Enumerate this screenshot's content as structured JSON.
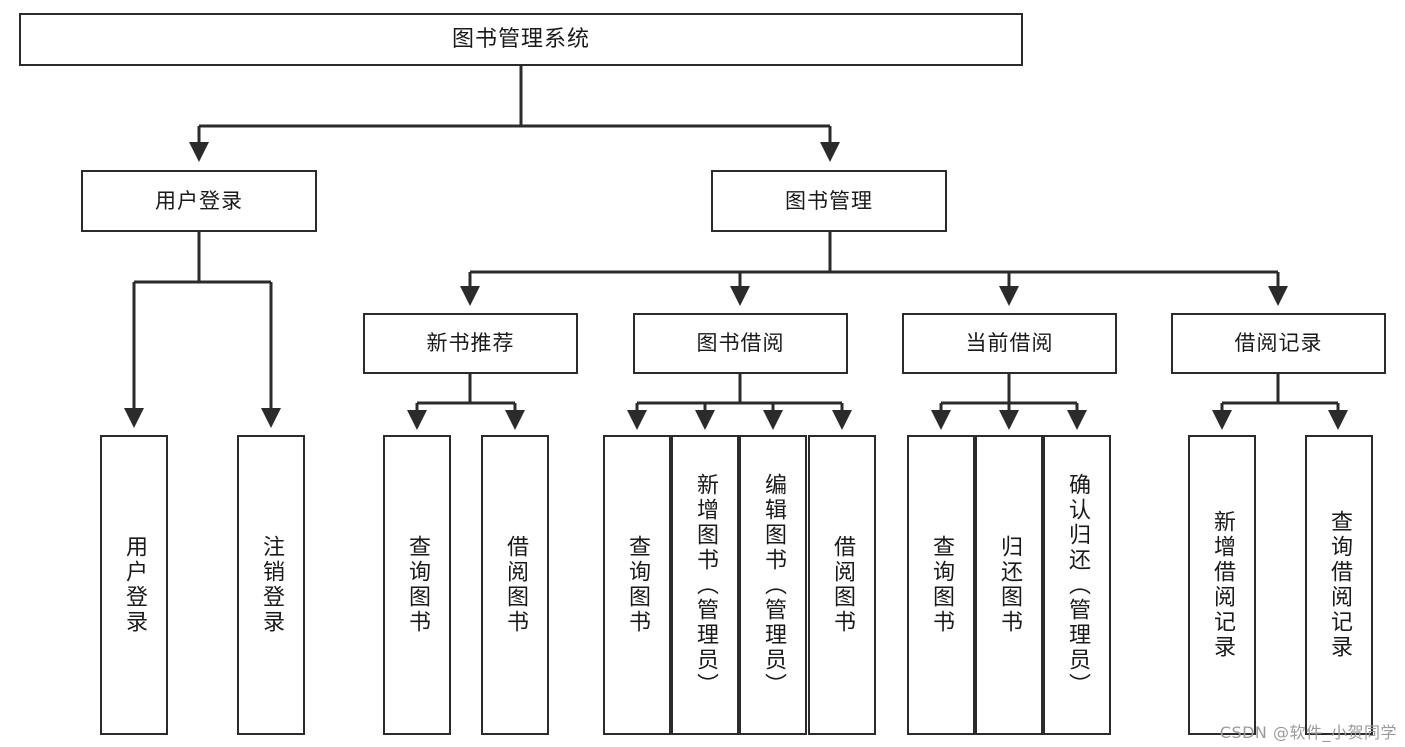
{
  "diagram": {
    "title": "图书管理系统",
    "type": "tree-structure-chart",
    "watermark": "CSDN @软件_小贺同学",
    "colors": {
      "box_border": "#2b2b2b",
      "box_fill": "#ffffff",
      "connector": "#2b2b2b",
      "text": "#1a1a1a",
      "watermark": "#9a9a9a"
    },
    "root": {
      "label": "图书管理系统"
    },
    "level2": [
      {
        "label": "用户登录"
      },
      {
        "label": "图书管理"
      }
    ],
    "level3": [
      {
        "label": "新书推荐"
      },
      {
        "label": "图书借阅"
      },
      {
        "label": "当前借阅"
      },
      {
        "label": "借阅记录"
      }
    ],
    "leaves": {
      "user_login": [
        {
          "label": "用户登录"
        },
        {
          "label": "注销登录"
        }
      ],
      "new_book_recommend": [
        {
          "label": "查询图书"
        },
        {
          "label": "借阅图书"
        }
      ],
      "book_borrow": [
        {
          "label": "查询图书"
        },
        {
          "label": "新增图书（管理员）"
        },
        {
          "label": "编辑图书（管理员）"
        },
        {
          "label": "借阅图书"
        }
      ],
      "current_borrow": [
        {
          "label": "查询图书"
        },
        {
          "label": "归还图书"
        },
        {
          "label": "确认归还（管理员）"
        }
      ],
      "borrow_record": [
        {
          "label": "新增借阅记录"
        },
        {
          "label": "查询借阅记录"
        }
      ]
    }
  }
}
